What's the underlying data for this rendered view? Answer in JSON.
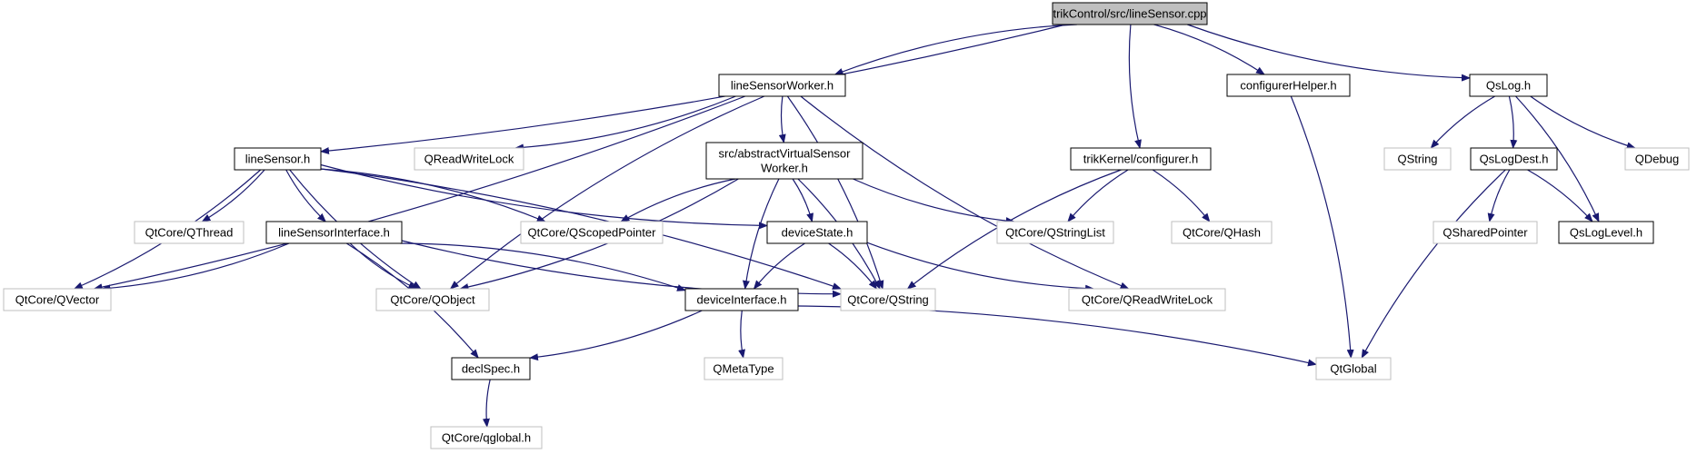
{
  "colors": {
    "edge": "#191970",
    "root_fill": "#bfbfbf",
    "local_fill": "#ffffff",
    "local_stroke": "#000000",
    "external_stroke": "#bfbfbf",
    "external_text": "#000000"
  },
  "nodes": [
    {
      "id": "root",
      "lines": [
        "trikControl/src/lineSensor.cpp"
      ],
      "kind": "root"
    },
    {
      "id": "lineSensorWorker",
      "lines": [
        "lineSensorWorker.h"
      ],
      "kind": "local"
    },
    {
      "id": "configurerHelper",
      "lines": [
        "configurerHelper.h"
      ],
      "kind": "local"
    },
    {
      "id": "qslog",
      "lines": [
        "QsLog.h"
      ],
      "kind": "local"
    },
    {
      "id": "lineSensor",
      "lines": [
        "lineSensor.h"
      ],
      "kind": "local"
    },
    {
      "id": "qreadwritelock_plain",
      "lines": [
        "QReadWriteLock"
      ],
      "kind": "external"
    },
    {
      "id": "abstractVirtual",
      "lines": [
        "src/abstractVirtualSensor",
        "Worker.h"
      ],
      "kind": "local"
    },
    {
      "id": "trikConfigurer",
      "lines": [
        "trikKernel/configurer.h"
      ],
      "kind": "local"
    },
    {
      "id": "qstring_plain",
      "lines": [
        "QString"
      ],
      "kind": "external"
    },
    {
      "id": "qslogdest",
      "lines": [
        "QsLogDest.h"
      ],
      "kind": "local"
    },
    {
      "id": "qdebug",
      "lines": [
        "QDebug"
      ],
      "kind": "external"
    },
    {
      "id": "qthread",
      "lines": [
        "QtCore/QThread"
      ],
      "kind": "external"
    },
    {
      "id": "lineSensorInterface",
      "lines": [
        "lineSensorInterface.h"
      ],
      "kind": "local"
    },
    {
      "id": "qscopedpointer",
      "lines": [
        "QtCore/QScopedPointer"
      ],
      "kind": "external"
    },
    {
      "id": "deviceState",
      "lines": [
        "deviceState.h"
      ],
      "kind": "local"
    },
    {
      "id": "qstringlist",
      "lines": [
        "QtCore/QStringList"
      ],
      "kind": "external"
    },
    {
      "id": "qhash",
      "lines": [
        "QtCore/QHash"
      ],
      "kind": "external"
    },
    {
      "id": "qsharedpointer",
      "lines": [
        "QSharedPointer"
      ],
      "kind": "external"
    },
    {
      "id": "qsloglevel",
      "lines": [
        "QsLogLevel.h"
      ],
      "kind": "local"
    },
    {
      "id": "qvector",
      "lines": [
        "QtCore/QVector"
      ],
      "kind": "external"
    },
    {
      "id": "qobject",
      "lines": [
        "QtCore/QObject"
      ],
      "kind": "external"
    },
    {
      "id": "deviceInterface",
      "lines": [
        "deviceInterface.h"
      ],
      "kind": "local"
    },
    {
      "id": "qtcoreqstring",
      "lines": [
        "QtCore/QString"
      ],
      "kind": "external"
    },
    {
      "id": "qtcoreqreadwritelock",
      "lines": [
        "QtCore/QReadWriteLock"
      ],
      "kind": "external"
    },
    {
      "id": "declspec",
      "lines": [
        "declSpec.h"
      ],
      "kind": "local"
    },
    {
      "id": "qmetatype",
      "lines": [
        "QMetaType"
      ],
      "kind": "external"
    },
    {
      "id": "qglobal",
      "lines": [
        "QtGlobal"
      ],
      "kind": "external"
    },
    {
      "id": "qglobalh",
      "lines": [
        "QtCore/qglobal.h"
      ],
      "kind": "external"
    }
  ],
  "edges": [
    {
      "from": "root",
      "to": "lineSensorWorker"
    },
    {
      "from": "root",
      "to": "lineSensor"
    },
    {
      "from": "root",
      "to": "trikConfigurer"
    },
    {
      "from": "root",
      "to": "configurerHelper"
    },
    {
      "from": "root",
      "to": "qslog"
    },
    {
      "from": "lineSensorWorker",
      "to": "qreadwritelock_plain"
    },
    {
      "from": "lineSensorWorker",
      "to": "abstractVirtual"
    },
    {
      "from": "lineSensorWorker",
      "to": "qvector"
    },
    {
      "from": "lineSensorWorker",
      "to": "qobject"
    },
    {
      "from": "lineSensorWorker",
      "to": "qtcoreqstring"
    },
    {
      "from": "lineSensorWorker",
      "to": "qtcoreqreadwritelock"
    },
    {
      "from": "configurerHelper",
      "to": "qglobal"
    },
    {
      "from": "qslog",
      "to": "qstring_plain"
    },
    {
      "from": "qslog",
      "to": "qslogdest"
    },
    {
      "from": "qslog",
      "to": "qdebug"
    },
    {
      "from": "qslog",
      "to": "qsloglevel"
    },
    {
      "from": "qslogdest",
      "to": "qsharedpointer"
    },
    {
      "from": "qslogdest",
      "to": "qsloglevel"
    },
    {
      "from": "qslogdest",
      "to": "qglobal"
    },
    {
      "from": "lineSensor",
      "to": "qthread"
    },
    {
      "from": "lineSensor",
      "to": "lineSensorInterface"
    },
    {
      "from": "lineSensor",
      "to": "qscopedpointer"
    },
    {
      "from": "lineSensor",
      "to": "deviceState"
    },
    {
      "from": "lineSensor",
      "to": "qvector"
    },
    {
      "from": "lineSensor",
      "to": "qobject"
    },
    {
      "from": "lineSensor",
      "to": "qtcoreqstring"
    },
    {
      "from": "abstractVirtual",
      "to": "qscopedpointer"
    },
    {
      "from": "abstractVirtual",
      "to": "deviceState"
    },
    {
      "from": "abstractVirtual",
      "to": "qstringlist"
    },
    {
      "from": "abstractVirtual",
      "to": "qobject"
    },
    {
      "from": "abstractVirtual",
      "to": "deviceInterface"
    },
    {
      "from": "abstractVirtual",
      "to": "qtcoreqstring"
    },
    {
      "from": "trikConfigurer",
      "to": "qstringlist"
    },
    {
      "from": "trikConfigurer",
      "to": "qhash"
    },
    {
      "from": "trikConfigurer",
      "to": "qtcoreqstring"
    },
    {
      "from": "lineSensorInterface",
      "to": "qvector"
    },
    {
      "from": "lineSensorInterface",
      "to": "qobject"
    },
    {
      "from": "lineSensorInterface",
      "to": "deviceInterface"
    },
    {
      "from": "lineSensorInterface",
      "to": "qtcoreqstring"
    },
    {
      "from": "lineSensorInterface",
      "to": "declspec"
    },
    {
      "from": "deviceState",
      "to": "deviceInterface"
    },
    {
      "from": "deviceState",
      "to": "qtcoreqstring"
    },
    {
      "from": "deviceState",
      "to": "qtcoreqreadwritelock"
    },
    {
      "from": "deviceInterface",
      "to": "declspec"
    },
    {
      "from": "deviceInterface",
      "to": "qmetatype"
    },
    {
      "from": "deviceInterface",
      "to": "qglobal"
    },
    {
      "from": "declspec",
      "to": "qglobalh"
    }
  ]
}
